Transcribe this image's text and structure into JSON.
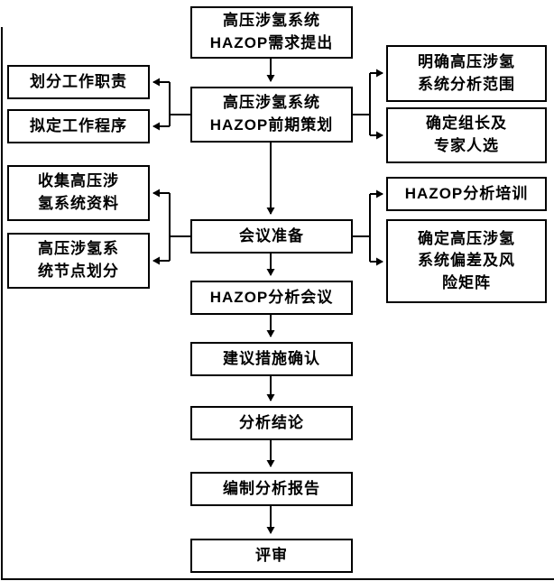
{
  "meta": {
    "diagram_type": "flowchart",
    "ink_color": "#000000",
    "background_color": "#ffffff"
  },
  "flow": {
    "center": [
      {
        "label": "高压涉氢系统\nHAZOP需求提出"
      },
      {
        "label": "高压涉氢系统\nHAZOP前期策划"
      },
      {
        "label": "会议准备"
      },
      {
        "label": "HAZOP分析会议"
      },
      {
        "label": "建议措施确认"
      },
      {
        "label": "分析结论"
      },
      {
        "label": "编制分析报告"
      },
      {
        "label": "评审"
      }
    ],
    "left": [
      {
        "label": "划分工作职责"
      },
      {
        "label": "拟定工作程序"
      },
      {
        "label": "收集高压涉\n氢系统资料"
      },
      {
        "label": "高压涉氢系\n统节点划分"
      }
    ],
    "right": [
      {
        "label": "明确高压涉氢\n系统分析范围"
      },
      {
        "label": "确定组长及\n专家人选"
      },
      {
        "label": "HAZOP分析培训"
      },
      {
        "label": "确定高压涉氢\n系统偏差及风\n险矩阵"
      }
    ]
  }
}
